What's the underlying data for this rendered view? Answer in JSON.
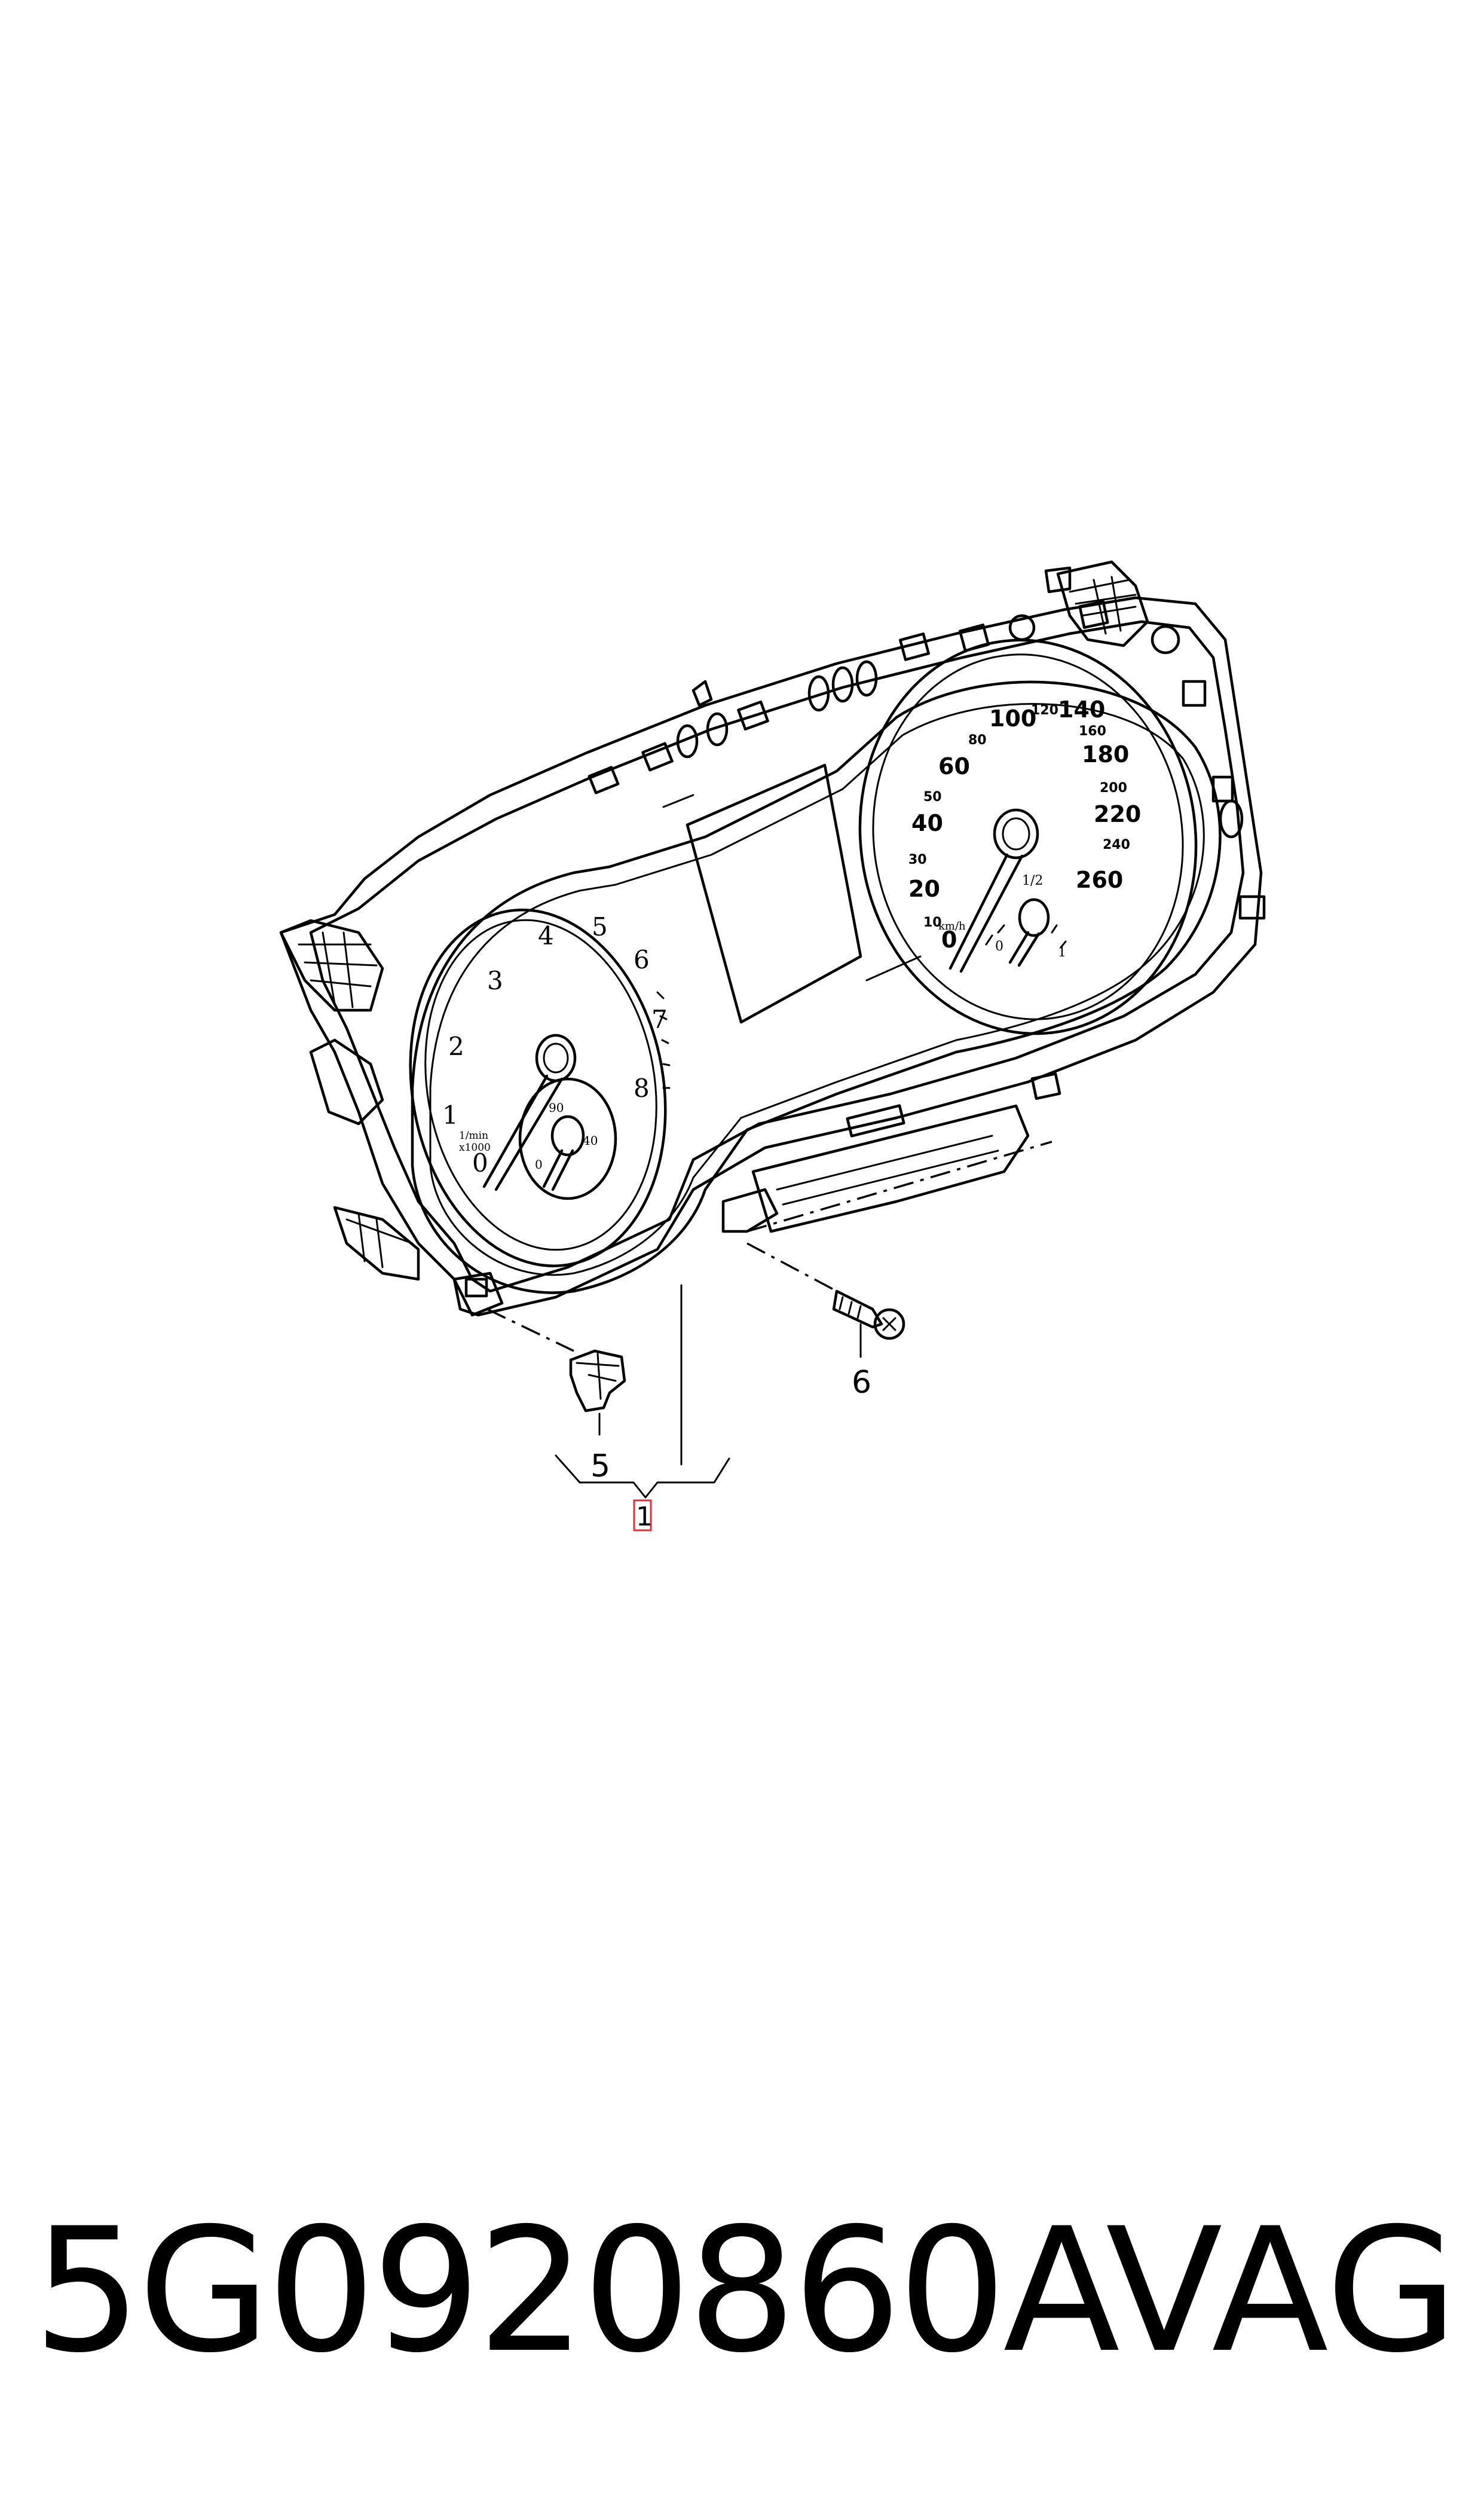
{
  "callouts": {
    "item1": "1",
    "item5": "5",
    "item6": "6"
  },
  "tachometer": {
    "ticks": [
      "0",
      "1",
      "2",
      "3",
      "4",
      "5",
      "6",
      "7",
      "8"
    ],
    "unit_top": "1/min",
    "unit_bottom": "x1000",
    "sub_gauge": [
      "0",
      "90",
      "40"
    ]
  },
  "speedometer": {
    "ticks_major": [
      "0",
      "20",
      "40",
      "60",
      "100",
      "140",
      "180",
      "220",
      "260"
    ],
    "ticks_minor": [
      "10",
      "30",
      "50",
      "80",
      "120",
      "160",
      "200",
      "240"
    ],
    "unit": "km/h",
    "fuel_gauge": [
      "0",
      "1/2",
      "1"
    ]
  },
  "footer": {
    "part_number": "5G0920860A",
    "brand": "VAG"
  },
  "colors": {
    "line": "#000000",
    "highlight_box": "#e0303a",
    "background": "#ffffff"
  }
}
